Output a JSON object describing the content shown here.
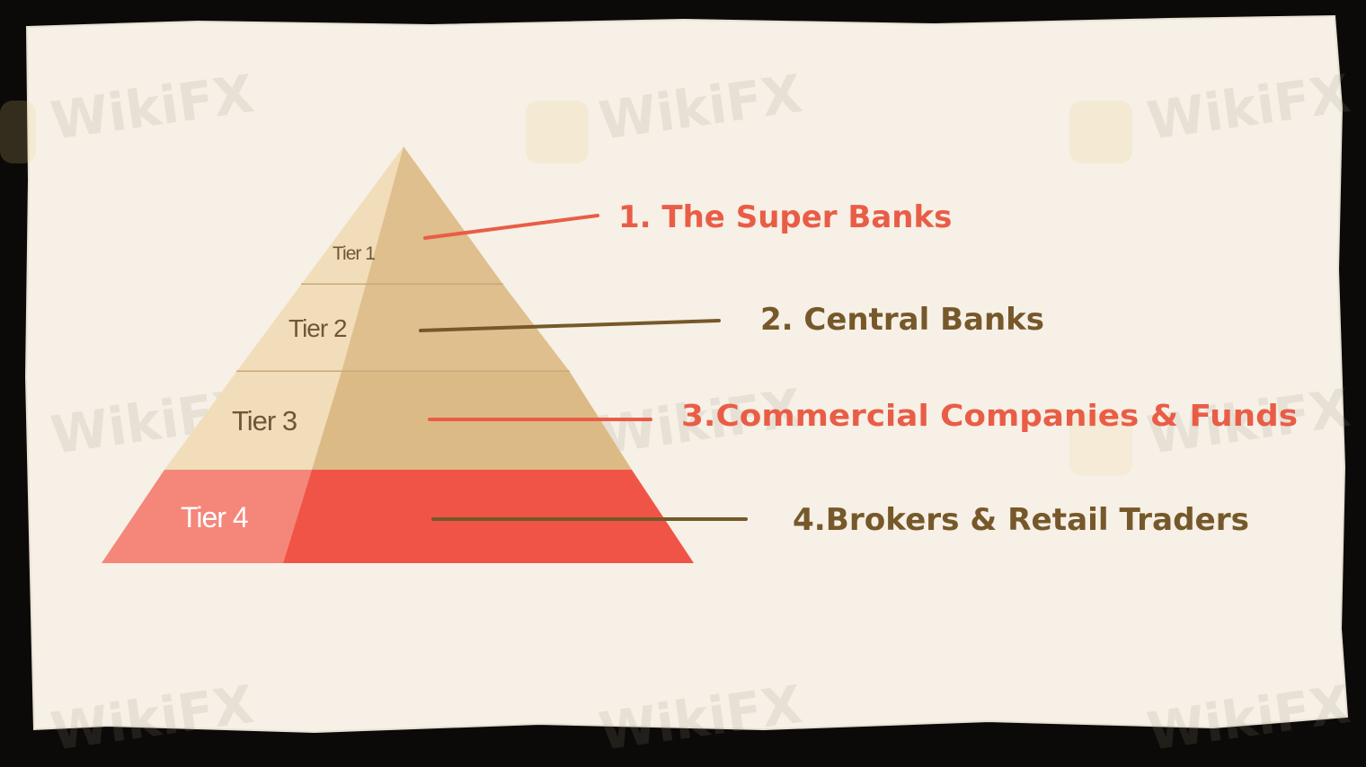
{
  "diagram": {
    "tiers": [
      {
        "label": "Tier 1",
        "item": "1. The Super Banks",
        "item_color": "#e95d47",
        "line_color": "#e95d47"
      },
      {
        "label": "Tier 2",
        "item": "2. Central Banks",
        "item_color": "#76582a",
        "line_color": "#76582a"
      },
      {
        "label": "Tier 3",
        "item": "3.Commercial Companies & Funds",
        "item_color": "#e95d47",
        "line_color": "#e95d47"
      },
      {
        "label": "Tier 4",
        "item": "4.Brokers & Retail Traders",
        "item_color": "#76582a",
        "line_color": "#76582a"
      }
    ],
    "colors": {
      "paper": "#f6f0e6",
      "frame": "#0c0a09",
      "tan_light": "#f1ddb9",
      "tan_dark": "#dfbf8d",
      "red_light": "#f5867a",
      "red_dark": "#f05446"
    }
  },
  "watermark": {
    "text": "WikiFX",
    "icon": "wikifx-logo-icon"
  }
}
